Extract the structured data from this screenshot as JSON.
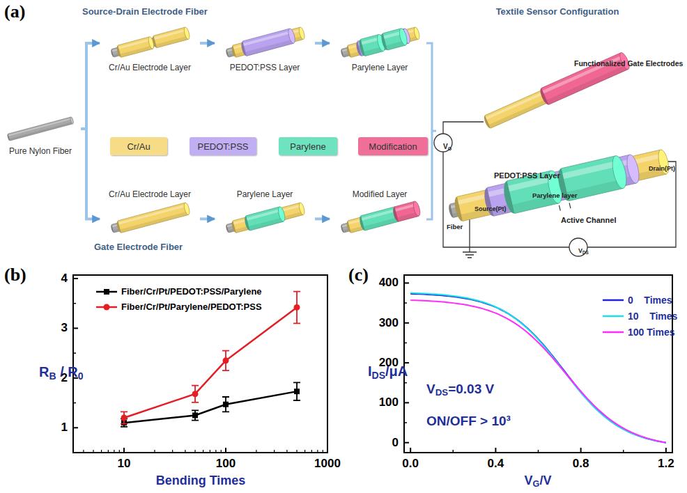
{
  "diagram": {
    "nodes": [
      {
        "text": [
          "Pure Nylon Fiber"
        ]
      },
      {
        "text": [
          "Cr/Au Electrode Layer"
        ]
      },
      {
        "text": [
          "PEDOT:PSS Layer"
        ]
      },
      {
        "text": [
          "Parylene Layer"
        ]
      },
      {
        "text": [
          "Cr/Au Electrode Layer"
        ]
      },
      {
        "text": [
          "Parylene Layer"
        ]
      },
      {
        "text": [
          "Modified Layer"
        ]
      }
    ],
    "edges": [
      {
        "from": 0,
        "to": 1,
        "arrow": "to"
      },
      {
        "from": 1,
        "to": 2,
        "arrow": "to"
      },
      {
        "from": 2,
        "to": 3,
        "arrow": "to"
      },
      {
        "from": 0,
        "to": 4,
        "arrow": "to"
      },
      {
        "from": 4,
        "to": 5,
        "arrow": "to"
      },
      {
        "from": 5,
        "to": 6,
        "arrow": "to"
      }
    ],
    "labels": [
      "(a)",
      "Source-Drain Electrode Fiber",
      "Gate Electrode Fiber",
      "Textile Sensor Configuration",
      "Functionalized Gate Electrodes",
      "PEDOT:PSS Layer",
      "Parylene layer",
      "Source(Pt)",
      "Fiber",
      "Active Channel",
      "Drain(Pt)",
      "VG",
      "VDS",
      "(b)",
      "RB / R0",
      "Bending Times",
      "1",
      "2",
      "3",
      "4",
      "10",
      "100",
      "1000",
      "(c)",
      "IDS/μA",
      "VG/V",
      "VDS=0.03 V",
      "ON/OFF > 10³",
      "0",
      "100",
      "200",
      "300",
      "400",
      "0.0",
      "0.4",
      "0.8",
      "1.2"
    ],
    "legend": [
      {
        "text": "Cr/Au",
        "color": "#f6dc86"
      },
      {
        "text": "PEDOT:PSS",
        "color": "#c2aef2"
      },
      {
        "text": "Parylene",
        "color": "#6fe3c0"
      },
      {
        "text": "Modification",
        "color": "#ef6f99"
      },
      {
        "text": "Fiber/Cr/Pt/PEDOT:PSS/Parylene"
      },
      {
        "text": "Fiber/Cr/Pt/Parylene/PEDOT:PSS"
      },
      {
        "text": "0    Times"
      },
      {
        "text": "10    Times"
      },
      {
        "text": "100 Times"
      }
    ]
  }
}
